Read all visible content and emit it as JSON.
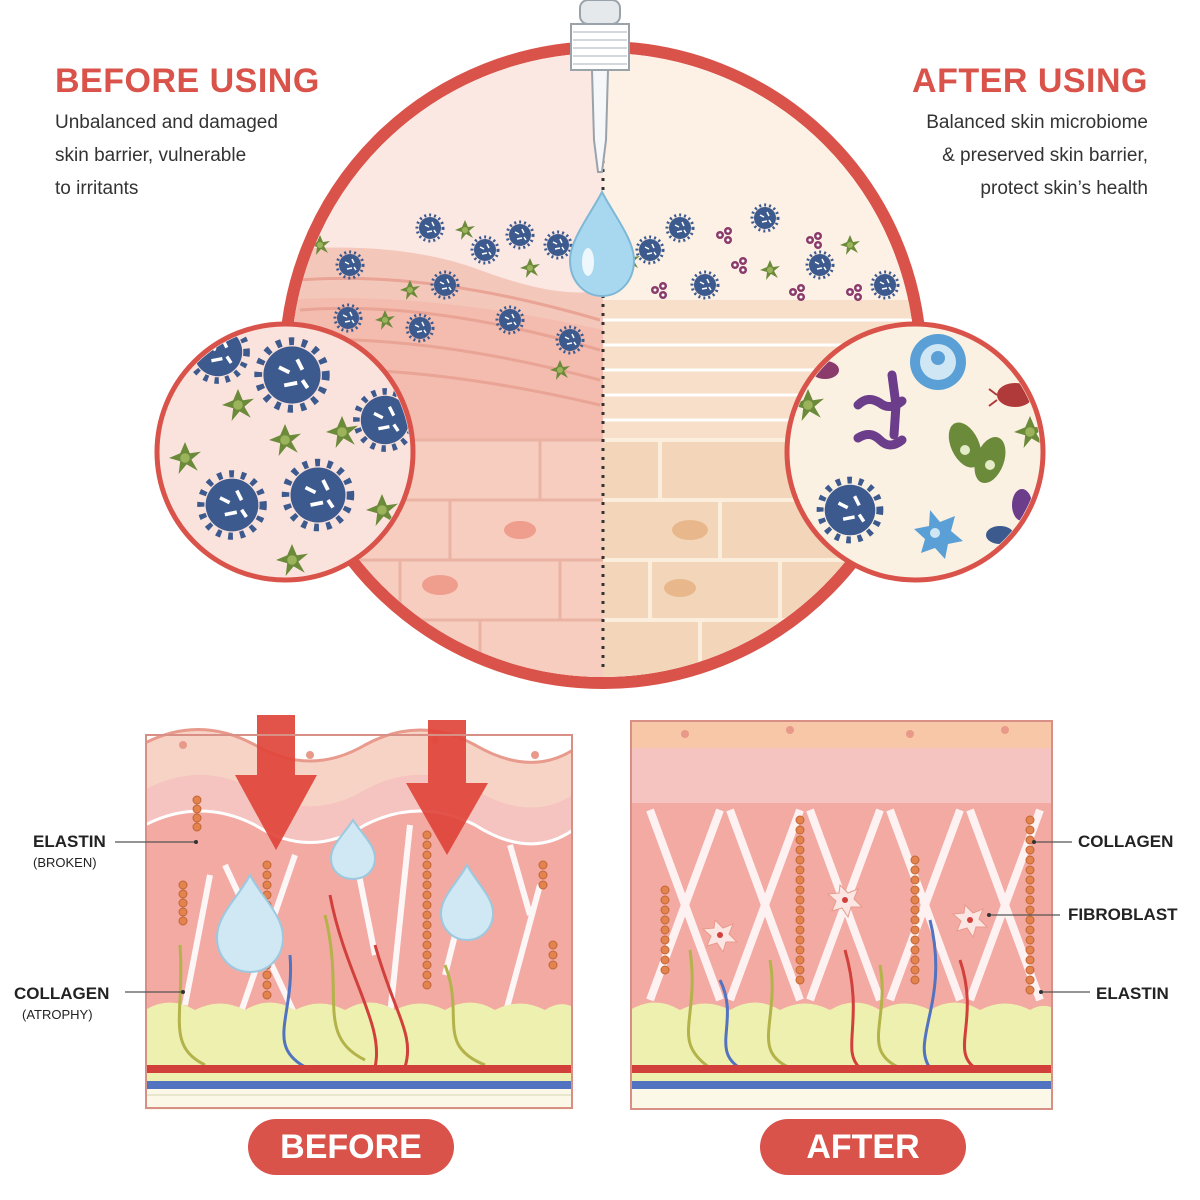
{
  "top": {
    "before_title": "BEFORE USING",
    "before_desc": [
      "Unbalanced and damaged",
      "skin barrier, vulnerable",
      "to irritants"
    ],
    "after_title": "AFTER USING",
    "after_desc": [
      "Balanced skin microbiome",
      "& preserved skin barrier,",
      "protect skin’s health"
    ]
  },
  "bottom": {
    "before_labels": {
      "elastin": "ELASTIN",
      "elastin_note": "(BROKEN)",
      "collagen": "COLLAGEN",
      "collagen_note": "(ATROPHY)"
    },
    "after_labels": {
      "collagen": "COLLAGEN",
      "fibroblast": "FIBROBLAST",
      "elastin": "ELASTIN"
    },
    "before_button": "BEFORE",
    "after_button": "AFTER"
  },
  "colors": {
    "accent": "#d9534a",
    "skin_damaged": "#f2c0b3",
    "skin_healthy": "#f7e3cf",
    "dermis": "#f2aaa3",
    "fat": "#eef0b0"
  }
}
